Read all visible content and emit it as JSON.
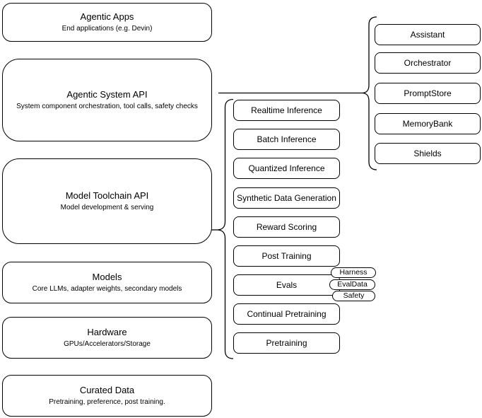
{
  "diagram": {
    "layers": [
      {
        "title": "Agentic Apps",
        "subtitle": "End applications (e.g. Devin)"
      },
      {
        "title": "Agentic System API",
        "subtitle": "System component orchestration, tool calls, safety checks"
      },
      {
        "title": "Model Toolchain API",
        "subtitle": "Model development & serving"
      },
      {
        "title": "Models",
        "subtitle": "Core LLMs, adapter weights, secondary models"
      },
      {
        "title": "Hardware",
        "subtitle": "GPUs/Accelerators/Storage"
      },
      {
        "title": "Curated Data",
        "subtitle": "Pretraining, preference, post training."
      }
    ],
    "toolchain_components": [
      "Realtime Inference",
      "Batch Inference",
      "Quantized Inference",
      "Synthetic Data Generation",
      "Reward Scoring",
      "Post Training",
      "Evals",
      "Continual Pretraining",
      "Pretraining"
    ],
    "evals_tags": [
      "Harness",
      "EvalData",
      "Safety"
    ],
    "system_components": [
      "Assistant",
      "Orchestrator",
      "PromptStore",
      "MemoryBank",
      "Shields"
    ],
    "colors": {
      "stroke": "#000000",
      "fill": "#ffffff",
      "background": "#ffffff"
    }
  }
}
